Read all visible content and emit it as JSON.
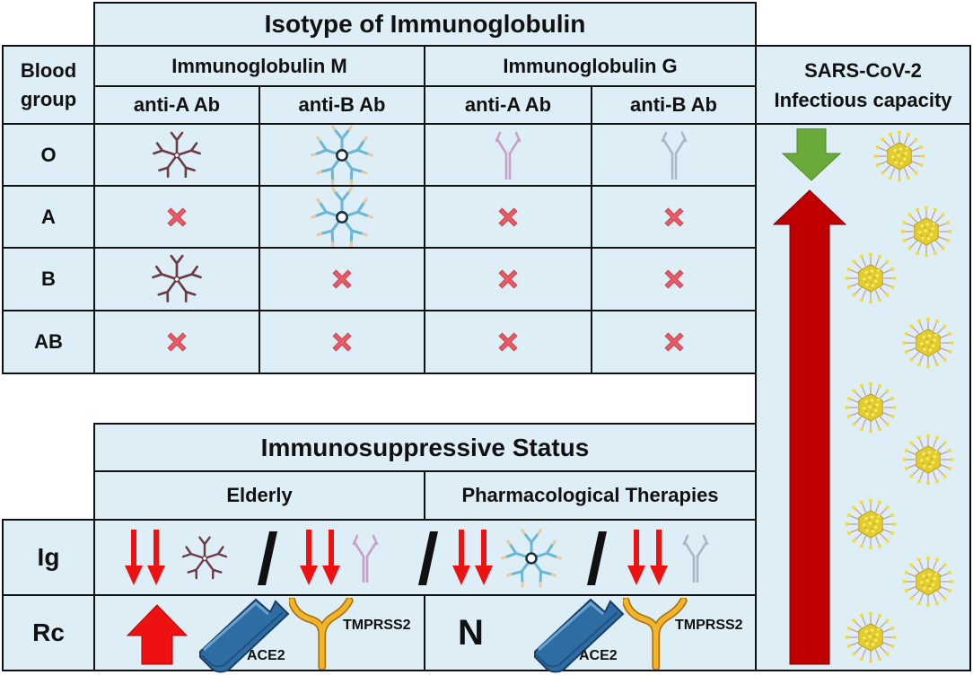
{
  "top_table": {
    "title": "Isotype of Immunoglobulin",
    "row_header": "Blood\ngroup",
    "igm_label": "Immunoglobulin M",
    "igg_label": "Immunoglobulin G",
    "sub_headers": [
      "anti-A Ab",
      "anti-B Ab",
      "anti-A Ab",
      "anti-B Ab"
    ],
    "rows": [
      {
        "group": "O",
        "cells": [
          "igm-pentamer-brown",
          "igm-pentamer-blue",
          "igg-pink",
          "igg-gray"
        ]
      },
      {
        "group": "A",
        "cells": [
          "absent",
          "igm-pentamer-blue",
          "absent",
          "absent"
        ]
      },
      {
        "group": "B",
        "cells": [
          "igm-pentamer-brown",
          "absent",
          "absent",
          "absent"
        ]
      },
      {
        "group": "AB",
        "cells": [
          "absent",
          "absent",
          "absent",
          "absent"
        ]
      }
    ]
  },
  "sars_panel": {
    "title": "SARS-CoV-2\nInfectious capacity",
    "trend_o": "down",
    "trend_others": "up"
  },
  "bottom_table": {
    "title": "Immunosuppressive Status",
    "col_elderly": "Elderly",
    "col_pharma": "Pharmacological Therapies",
    "row_ig": "Ig",
    "row_rc": "Rc",
    "rc_elderly_trend": "up",
    "rc_pharma_value": "N",
    "receptor_ace2": "ACE2",
    "receptor_tmprss2": "TMPRSS2"
  },
  "colors": {
    "cell_bg": "#ddeef7",
    "border": "#111111",
    "cross": "#e85a66",
    "down_arrow_red": "#ee1111",
    "up_arrow_dark_red": "#c00000",
    "green_arrow": "#6aaa3a",
    "igm_brown": "#6b3b44",
    "igm_blue": "#6ab6d6",
    "igg_pink": "#c8a0c8",
    "igg_gray": "#a8b8c8",
    "ace2_blue": "#2e6da4",
    "tmprss2_yellow": "#f0b428",
    "virus_yellow": "#e6d23a"
  }
}
